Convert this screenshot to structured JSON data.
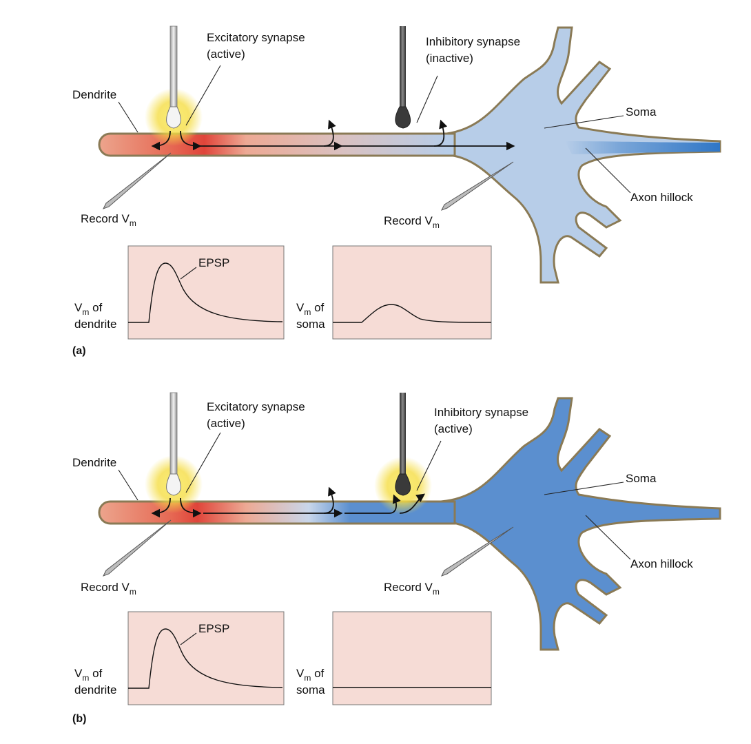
{
  "panels": [
    {
      "id": "a",
      "panel_label": "(a)",
      "excitatory_label_line1": "Excitatory synapse",
      "excitatory_label_line2": "(active)",
      "inhibitory_label_line1": "Inhibitory synapse",
      "inhibitory_label_line2": "(inactive)",
      "dendrite_label": "Dendrite",
      "soma_label": "Soma",
      "axon_hillock_label": "Axon hillock",
      "record_left_main": "Record V",
      "record_left_sub": "m",
      "record_right_main": "Record V",
      "record_right_sub": "m",
      "epsp_label": "EPSP",
      "graph_dendrite_line1_main": "V",
      "graph_dendrite_line1_sub": "m",
      "graph_dendrite_line1_rest": " of",
      "graph_dendrite_line2": "dendrite",
      "graph_soma_line1_main": "V",
      "graph_soma_line1_sub": "m",
      "graph_soma_line1_rest": " of",
      "graph_soma_line2": "soma",
      "inhibitory_active": false,
      "soma_color": "#b7cde8",
      "soma_epsp_fraction": 0.3
    },
    {
      "id": "b",
      "panel_label": "(b)",
      "excitatory_label_line1": "Excitatory synapse",
      "excitatory_label_line2": "(active)",
      "inhibitory_label_line1": "Inhibitory synapse",
      "inhibitory_label_line2": "(active)",
      "dendrite_label": "Dendrite",
      "soma_label": "Soma",
      "axon_hillock_label": "Axon hillock",
      "record_left_main": "Record V",
      "record_left_sub": "m",
      "record_right_main": "Record V",
      "record_right_sub": "m",
      "epsp_label": "EPSP",
      "graph_dendrite_line1_main": "V",
      "graph_dendrite_line1_sub": "m",
      "graph_dendrite_line1_rest": " of",
      "graph_dendrite_line2": "dendrite",
      "graph_soma_line1_main": "V",
      "graph_soma_line1_sub": "m",
      "graph_soma_line1_rest": " of",
      "graph_soma_line2": "soma",
      "inhibitory_active": true,
      "soma_color": "#5b8fcf",
      "soma_epsp_fraction": 0
    }
  ],
  "colors": {
    "dendrite_excited": "#e9a38f",
    "dendrite_hot": "#e0453a",
    "soma_inactive": "#b7cde8",
    "soma_active": "#5b8fcf",
    "axon_dark": "#3d7cc8",
    "membrane_outline": "#8a7a55",
    "glow": "#f5e15a",
    "graph_bg": "#f6dcd6"
  }
}
